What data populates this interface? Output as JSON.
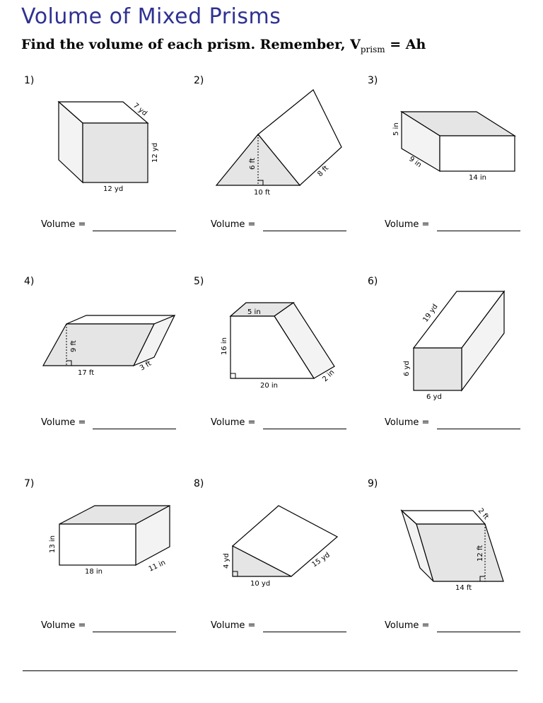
{
  "header": {
    "title": "Volume of Mixed Prisms",
    "instruction": "Find the volume of each prism. Remember, V",
    "subscript": "prism",
    "formula": " = Ah"
  },
  "answer_label": "Volume  =",
  "problems": [
    {
      "number": "1)",
      "labels": [
        "7 yd",
        "12 yd",
        "12 yd"
      ]
    },
    {
      "number": "2)",
      "labels": [
        "6 ft",
        "10 ft",
        "8 ft"
      ]
    },
    {
      "number": "3)",
      "labels": [
        "5 in",
        "9 in",
        "14 in"
      ]
    },
    {
      "number": "4)",
      "labels": [
        "9 ft",
        "17 ft",
        "3 ft"
      ]
    },
    {
      "number": "5)",
      "labels": [
        "5 in",
        "16 in",
        "20 in",
        "2 in"
      ]
    },
    {
      "number": "6)",
      "labels": [
        "19 yd",
        "6 yd",
        "6 yd"
      ]
    },
    {
      "number": "7)",
      "labels": [
        "13 in",
        "18 in",
        "11 in"
      ]
    },
    {
      "number": "8)",
      "labels": [
        "4 yd",
        "10 yd",
        "15 yd"
      ]
    },
    {
      "number": "9)",
      "labels": [
        "2 ft",
        "12 ft",
        "14 ft"
      ]
    }
  ]
}
